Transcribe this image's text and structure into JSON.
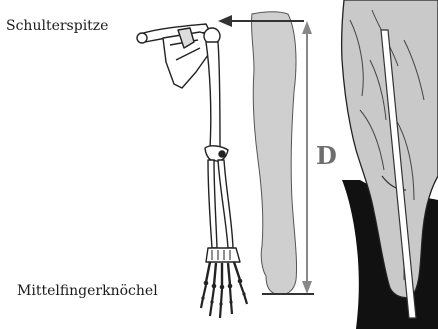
{
  "labels": {
    "top_landmark": "Schulterspitze",
    "bottom_landmark": "Mittelfingerknöchel",
    "dimension": "D"
  },
  "colors": {
    "arm_silhouette_fill": "#cfcfcf",
    "measure_line": "#888888",
    "pointer_line": "#333333",
    "figure_dark": "#111111",
    "skin": "#c9c9c9",
    "ruler": "#ffffff"
  }
}
